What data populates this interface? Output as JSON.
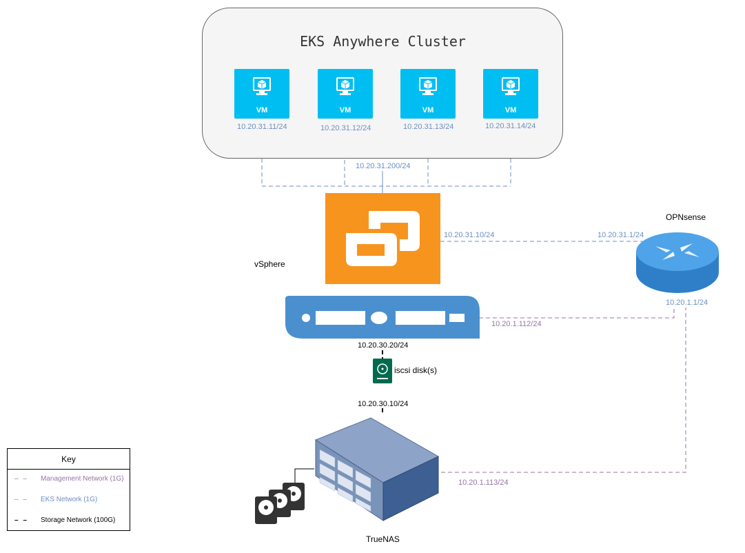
{
  "cluster": {
    "title": "EKS Anywhere Cluster",
    "vip": "10.20.31.200/24",
    "vms": [
      {
        "label": "VM",
        "ip": "10.20.31.11/24"
      },
      {
        "label": "VM",
        "ip": "10.20.31.12/24"
      },
      {
        "label": "VM",
        "ip": "10.20.31.13/24"
      },
      {
        "label": "VM",
        "ip": "10.20.31.14/24"
      }
    ]
  },
  "vsphere": {
    "label": "vSphere",
    "eks_ip": "10.20.31.10/24",
    "mgmt_ip": "10.20.1.112/24",
    "storage_ip": "10.20.30.20/24"
  },
  "opnsense": {
    "label": "OPNsense",
    "eks_ip": "10.20.31.1/24",
    "mgmt_ip": "10.20.1.1/24"
  },
  "iscsi": {
    "label": "iscsi disk(s)"
  },
  "truenas": {
    "label": "TrueNAS",
    "storage_ip": "10.20.30.10/24",
    "mgmt_ip": "10.20.1.113/24"
  },
  "key": {
    "title": "Key",
    "items": [
      {
        "dash": "– –",
        "label": "Management Network (1G)",
        "color": "#9673a6"
      },
      {
        "dash": "– –",
        "label": "EKS Network (1G)",
        "color": "#6c8ebf"
      },
      {
        "dash": "– –",
        "label": "Storage Network (100G)",
        "color": "#000000"
      }
    ]
  },
  "colors": {
    "eks_line": "#6c8ebf",
    "mgmt_line": "#9673a6",
    "storage_line": "#000000",
    "vm_fill": "#00bef2",
    "vsphere_orange": "#f7941e",
    "server_blue": "#4a90cf",
    "router_blue": "#3d8fd9",
    "iscsi_green": "#006a4e",
    "truenas_front": "#7a93b8"
  }
}
